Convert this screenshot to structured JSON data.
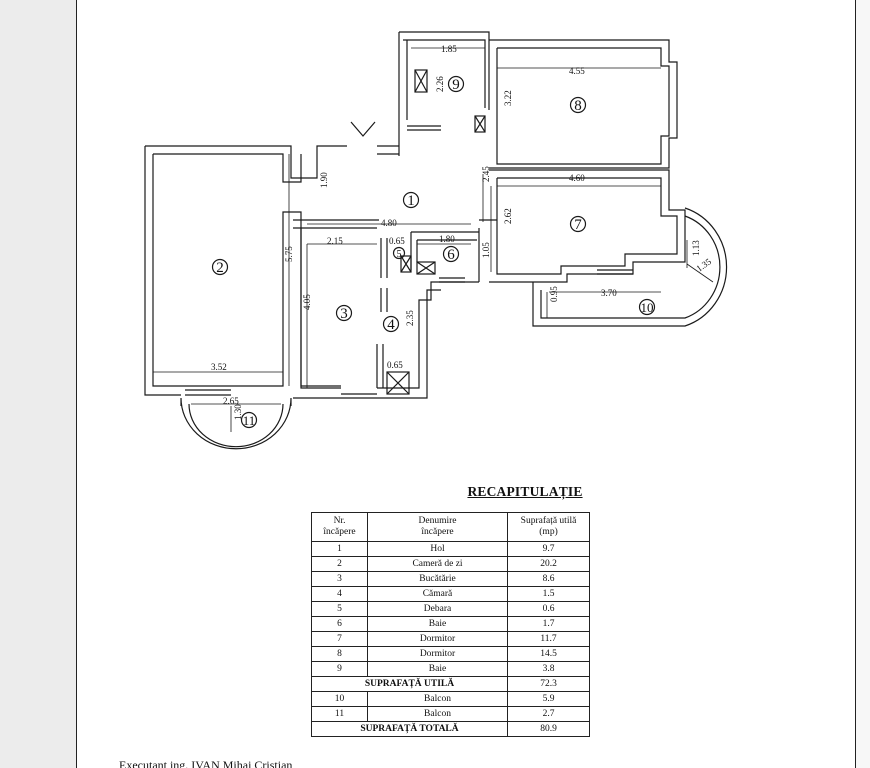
{
  "plan": {
    "room_numbers": [
      "1",
      "2",
      "3",
      "4",
      "5",
      "6",
      "7",
      "8",
      "9",
      "10",
      "11"
    ],
    "dimensions": {
      "d_1_85": "1.85",
      "d_2_26": "2.26",
      "d_4_55": "4.55",
      "d_3_22": "3.22",
      "d_1_90": "1.90",
      "d_2_45": "2.45",
      "d_4_60": "4.60",
      "d_4_80": "4.80",
      "d_2_15": "2.15",
      "d_0_65_top": "0.65",
      "d_1_80": "1.80",
      "d_2_62": "2.62",
      "d_1_05": "1.05",
      "d_1_13": "1.13",
      "d_1_35": "1.35",
      "d_5_75": "5.75",
      "d_4_05": "4.05",
      "d_2_35": "2.35",
      "d_0_95": "0.95",
      "d_3_70": "3.70",
      "d_0_65_bot": "0.65",
      "d_3_52": "3.52",
      "d_2_65": "2.65",
      "d_1_30": "1.30"
    }
  },
  "summary": {
    "title": "RECAPITULAȚIE",
    "headers": {
      "nr_line1": "Nr.",
      "nr_line2": "încăpere",
      "name_line1": "Denumire",
      "name_line2": "încăpere",
      "area_line1": "Suprafață utilă",
      "area_line2": "(mp)"
    },
    "rows": [
      {
        "nr": "1",
        "name": "Hol",
        "area": "9.7"
      },
      {
        "nr": "2",
        "name": "Cameră de zi",
        "area": "20.2"
      },
      {
        "nr": "3",
        "name": "Bucătărie",
        "area": "8.6"
      },
      {
        "nr": "4",
        "name": "Cămară",
        "area": "1.5"
      },
      {
        "nr": "5",
        "name": "Debara",
        "area": "0.6"
      },
      {
        "nr": "6",
        "name": "Baie",
        "area": "1.7"
      },
      {
        "nr": "7",
        "name": "Dormitor",
        "area": "11.7"
      },
      {
        "nr": "8",
        "name": "Dormitor",
        "area": "14.5"
      },
      {
        "nr": "9",
        "name": "Baie",
        "area": "3.8"
      }
    ],
    "useful_total": {
      "label": "SUPRAFAȚĂ UTILĂ",
      "area": "72.3"
    },
    "balconies": [
      {
        "nr": "10",
        "name": "Balcon",
        "area": "5.9"
      },
      {
        "nr": "11",
        "name": "Balcon",
        "area": "2.7"
      }
    ],
    "grand_total": {
      "label": "SUPRAFAȚĂ TOTALĂ",
      "area": "80.9"
    }
  },
  "footer": {
    "text": "Executant  ing. IVAN Mihai Cristian"
  }
}
